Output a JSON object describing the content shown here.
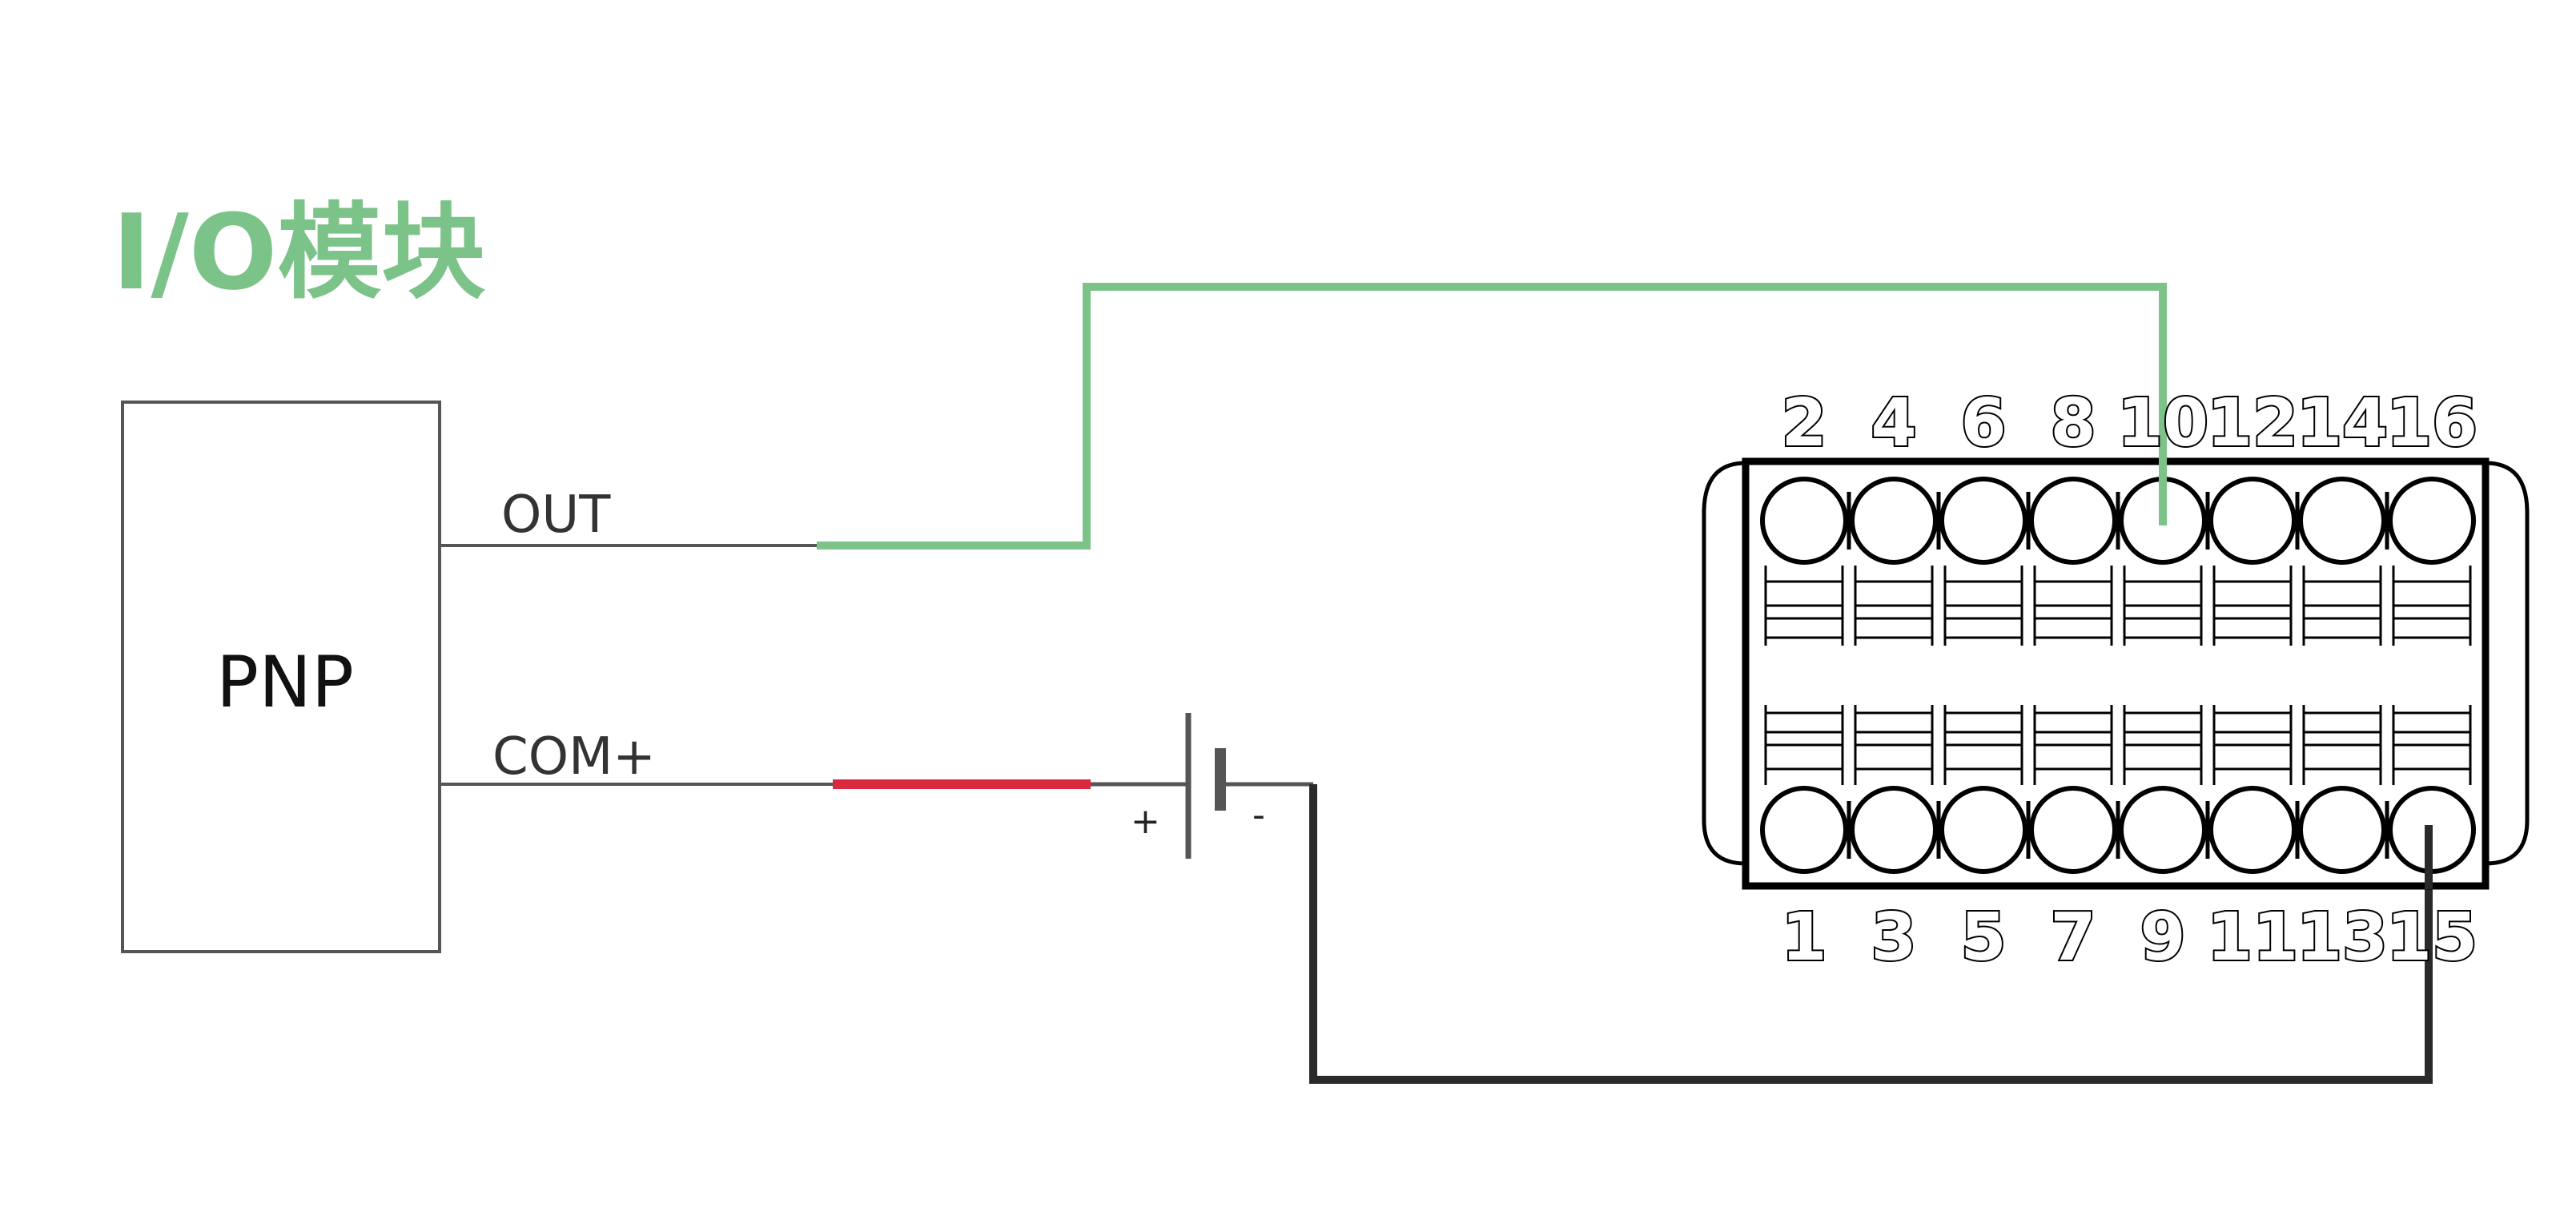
{
  "title": "I/O模块",
  "sensor": {
    "label": "PNP",
    "out_label": "OUT",
    "com_label": "COM+"
  },
  "battery": {
    "plus": "+",
    "minus": "-"
  },
  "terminal": {
    "top_pins": [
      "2",
      "4",
      "6",
      "8",
      "10",
      "12",
      "14",
      "16"
    ],
    "bottom_pins": [
      "1",
      "3",
      "5",
      "7",
      "9",
      "11",
      "13",
      "15"
    ]
  },
  "colors": {
    "title": "#7cc38a",
    "signal_wire": "#7cc38a",
    "positive_wire": "#d9293f",
    "negative_wire": "#2a2a2a",
    "outline": "#555555"
  }
}
